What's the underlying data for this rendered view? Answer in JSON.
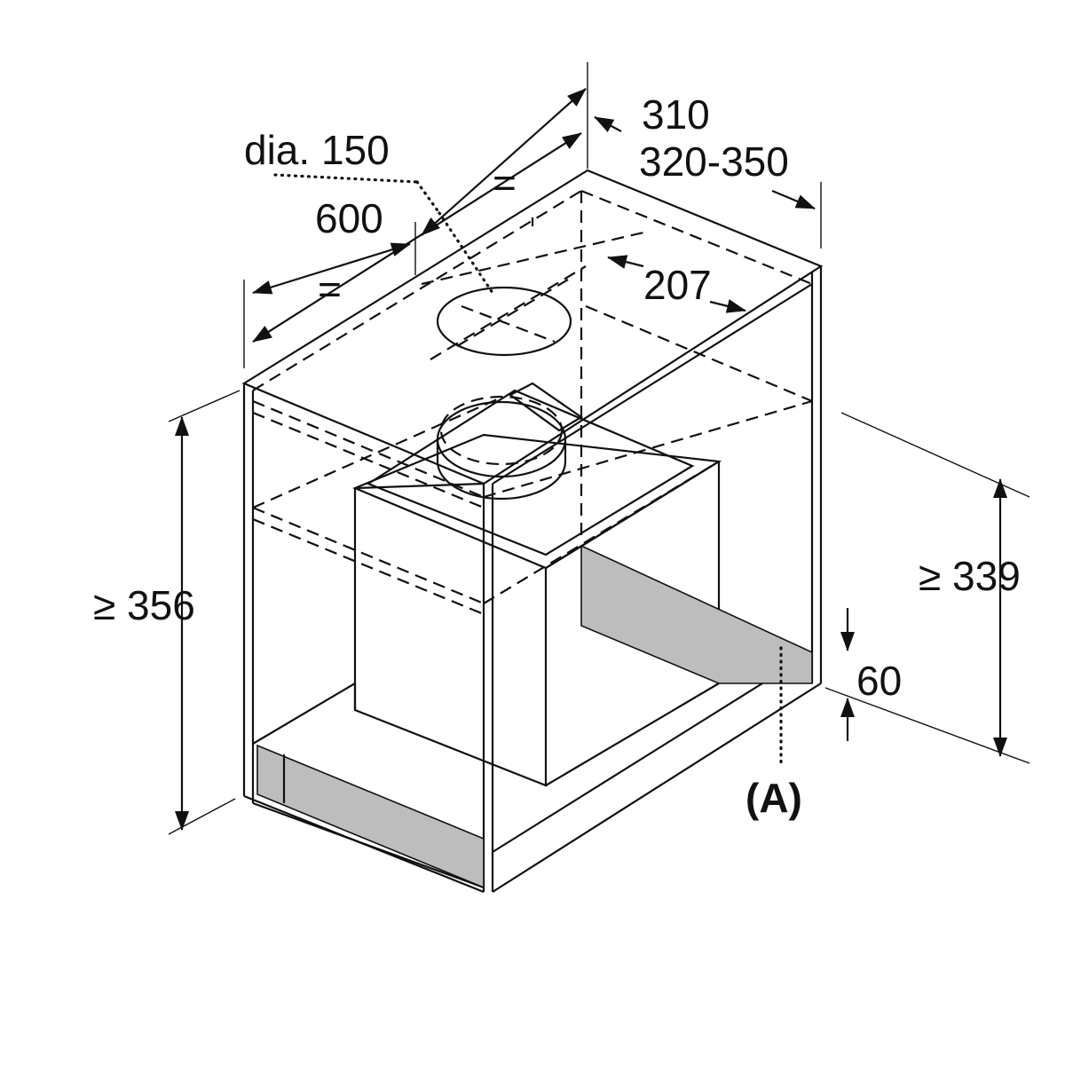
{
  "labels": {
    "dia": "dia. 150",
    "width": "600",
    "eq_top": "=",
    "eq_front": "=",
    "depth_main": "310",
    "depth_range": "320-350",
    "offset": "207",
    "height_left": "≥ 356",
    "height_right": "≥ 339",
    "strip": "60",
    "callout": "(A)"
  },
  "colors": {
    "line": "#111111",
    "grey_strip": "#bdbdbd",
    "background": "#ffffff"
  }
}
